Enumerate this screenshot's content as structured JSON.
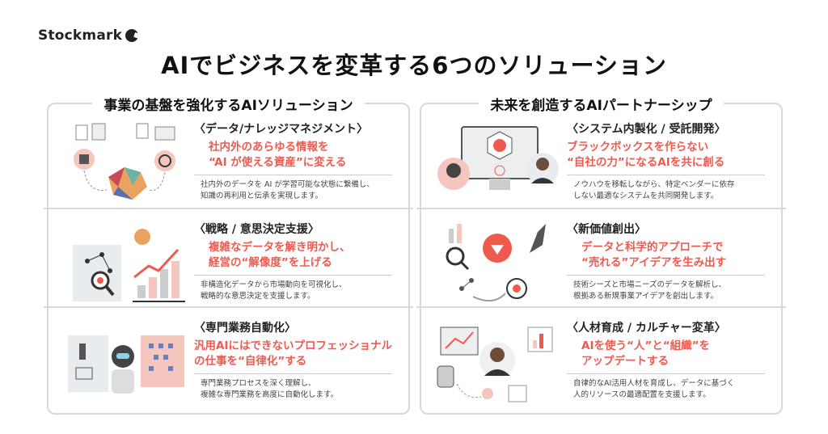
{
  "brand": {
    "name": "Stockmark"
  },
  "title": "AIでビジネスを変革する6つのソリューション",
  "panels": [
    {
      "title": "事業の基盤を強化するAIソリューション",
      "items": [
        {
          "heading": "〈データ/ナレッジマネジメント〉",
          "catch1": "社内外のあらゆる情報を",
          "catch2": "“AI が使える資産”に変える",
          "desc1": "社内外のデータを AI が学習可能な状態に繋備し、",
          "desc2": "知識の再利用と伝承を実現します。"
        },
        {
          "heading": "〈戦略 / 意思決定支援〉",
          "catch1": "複雑なデータを解き明かし、",
          "catch2": "経営の“解像度”を上げる",
          "desc1": "非構造化データから市場動向を可視化し、",
          "desc2": "戦略的な意思決定を支援します。"
        },
        {
          "heading": "〈専門業務自動化〉",
          "catch1": "汎用AIにはできないプロフェッショナル",
          "catch2": "の仕事を“自律化”する",
          "desc1": "専門業務プロセスを深く理解し、",
          "desc2": "複雑な専門業務を高度に自動化します。"
        }
      ]
    },
    {
      "title": "未来を創造するAIパートナーシップ",
      "items": [
        {
          "heading": "〈システム内製化 / 受託開発〉",
          "catch1": "ブラックボックスを作らない",
          "catch2": "“自社の力”になるAIを共に創る",
          "desc1": "ノウハウを移転しながら、特定ベンダーに依存",
          "desc2": "しない最適なシステムを共同開発します。"
        },
        {
          "heading": "〈新価値創出〉",
          "catch1": "データと科学的アプローチで",
          "catch2": "“売れる”アイデアを生み出す",
          "desc1": "技術シーズと市場ニーズのデータを解析し、",
          "desc2": "根拠ある新規事業アイデアを創出します。"
        },
        {
          "heading": "〈人材育成 / カルチャー変革〉",
          "catch1": "AIを使う“人”と“組織”を",
          "catch2": "アップデートする",
          "desc1": "自律的なAI活用人材を育成し、データに基づく",
          "desc2": "人的リソースの最適配置を支援します。"
        }
      ]
    }
  ],
  "colors": {
    "accent": "#ef5a4f",
    "border": "#d6dadd",
    "salmon": "#f4c6bd"
  }
}
